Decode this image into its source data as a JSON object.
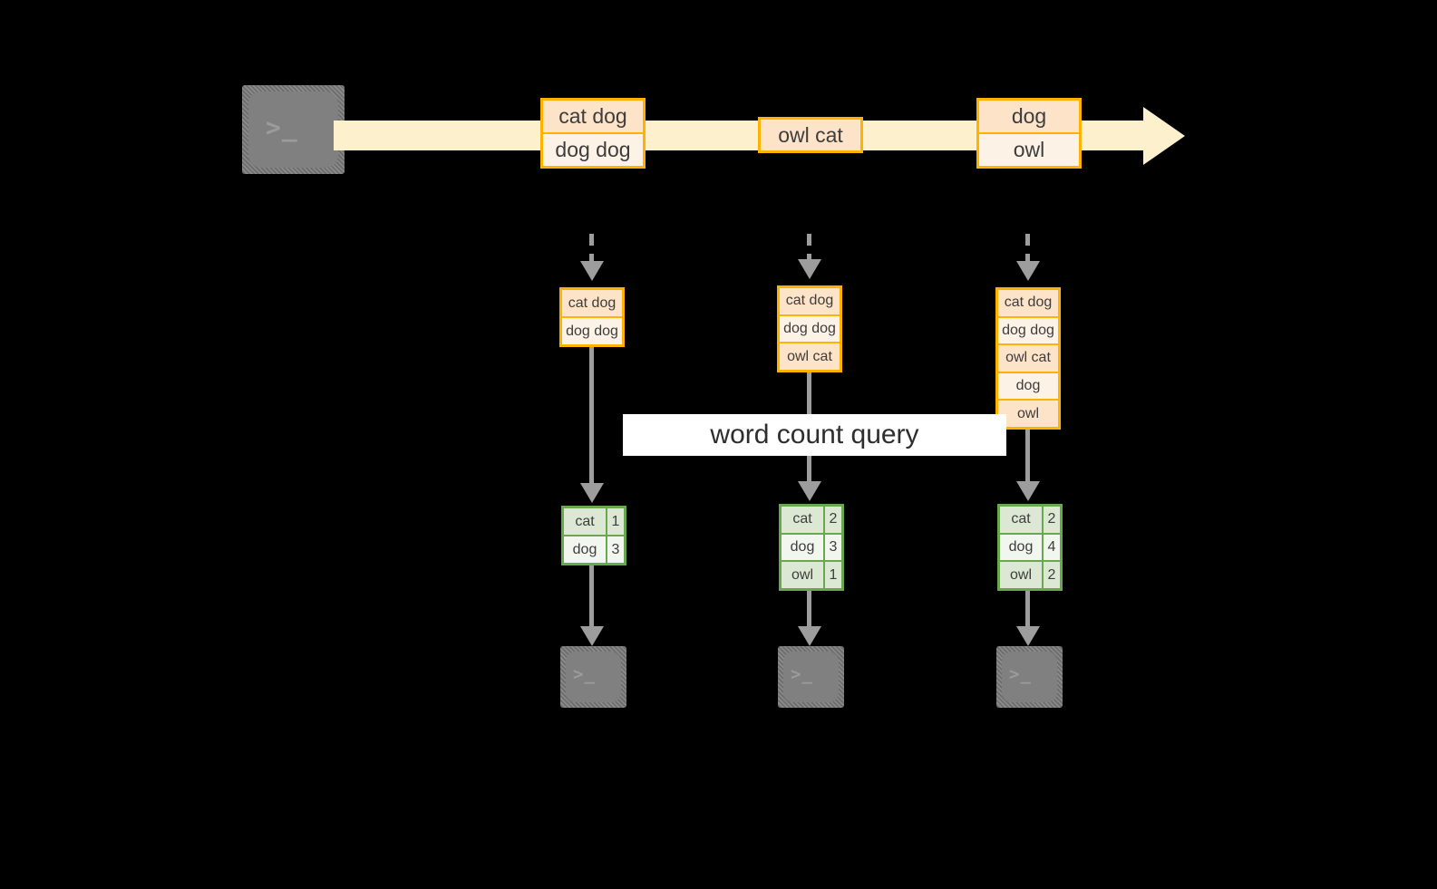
{
  "diagram": {
    "title_label": "word count query",
    "colors": {
      "background": "#000000",
      "stream_border": "#ffb300",
      "stream_fill_a": "#fde3c8",
      "stream_fill_b": "#fdf2e6",
      "table_border": "#6aa84f",
      "table_fill_a": "#dce8d4",
      "table_fill_b": "#f1f6ee",
      "arrow_flow": "#fdf0cd",
      "arrow_gray": "#9d9d9d",
      "terminal_fill": "#808080"
    },
    "source_terminal": {
      "glyph": ">_",
      "name": "producer-terminal"
    },
    "input_stream": {
      "messages": [
        {
          "lines": [
            "cat dog",
            "dog dog"
          ]
        },
        {
          "lines": [
            "owl cat"
          ]
        },
        {
          "lines": [
            "dog",
            "owl"
          ]
        }
      ]
    },
    "columns": [
      {
        "stream_rows": [
          "cat dog",
          "dog dog"
        ],
        "result_header_hidden": true,
        "result_rows": [
          {
            "word": "cat",
            "count": "1"
          },
          {
            "word": "dog",
            "count": "3"
          }
        ],
        "sink_glyph": ">_"
      },
      {
        "stream_rows": [
          "cat dog",
          "dog dog",
          "owl cat"
        ],
        "result_rows": [
          {
            "word": "cat",
            "count": "2"
          },
          {
            "word": "dog",
            "count": "3"
          },
          {
            "word": "owl",
            "count": "1"
          }
        ],
        "sink_glyph": ">_"
      },
      {
        "stream_rows": [
          "cat dog",
          "dog dog",
          "owl cat",
          "dog",
          "owl"
        ],
        "result_rows": [
          {
            "word": "cat",
            "count": "2"
          },
          {
            "word": "dog",
            "count": "4"
          },
          {
            "word": "owl",
            "count": "2"
          }
        ],
        "sink_glyph": ">_"
      }
    ]
  }
}
